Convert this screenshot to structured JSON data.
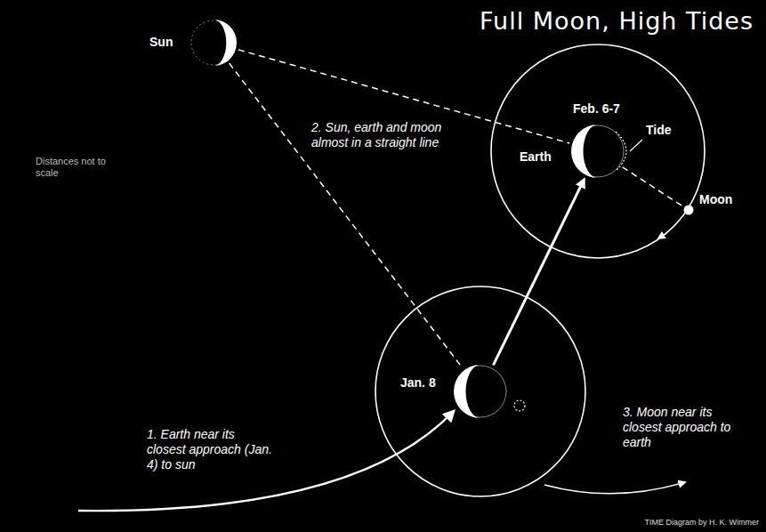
{
  "diagram": {
    "title": "Full Moon, High Tides",
    "nodes": [
      {
        "text": [
          "Sun"
        ]
      },
      {
        "text": [
          "Feb. 6-7",
          "Earth"
        ]
      },
      {
        "text": [
          "Moon"
        ]
      },
      {
        "text": [
          "Jan. 8"
        ]
      }
    ],
    "edges": [
      {
        "from": 0,
        "to": 1,
        "arrow": "none"
      },
      {
        "from": 0,
        "to": 3,
        "arrow": "none"
      },
      {
        "from": 1,
        "to": 2,
        "arrow": "none"
      },
      {
        "from": 3,
        "to": 1,
        "arrow": "to"
      }
    ],
    "labels": [
      "2. Sun, earth and moon almost in a straight line",
      "Distances not to scale",
      "Tide",
      "3. Moon near its closest approach to earth",
      "1. Earth near its closest approach (Jan. 4) to sun",
      "TIME Diagram by H. K. Wimmer"
    ]
  }
}
